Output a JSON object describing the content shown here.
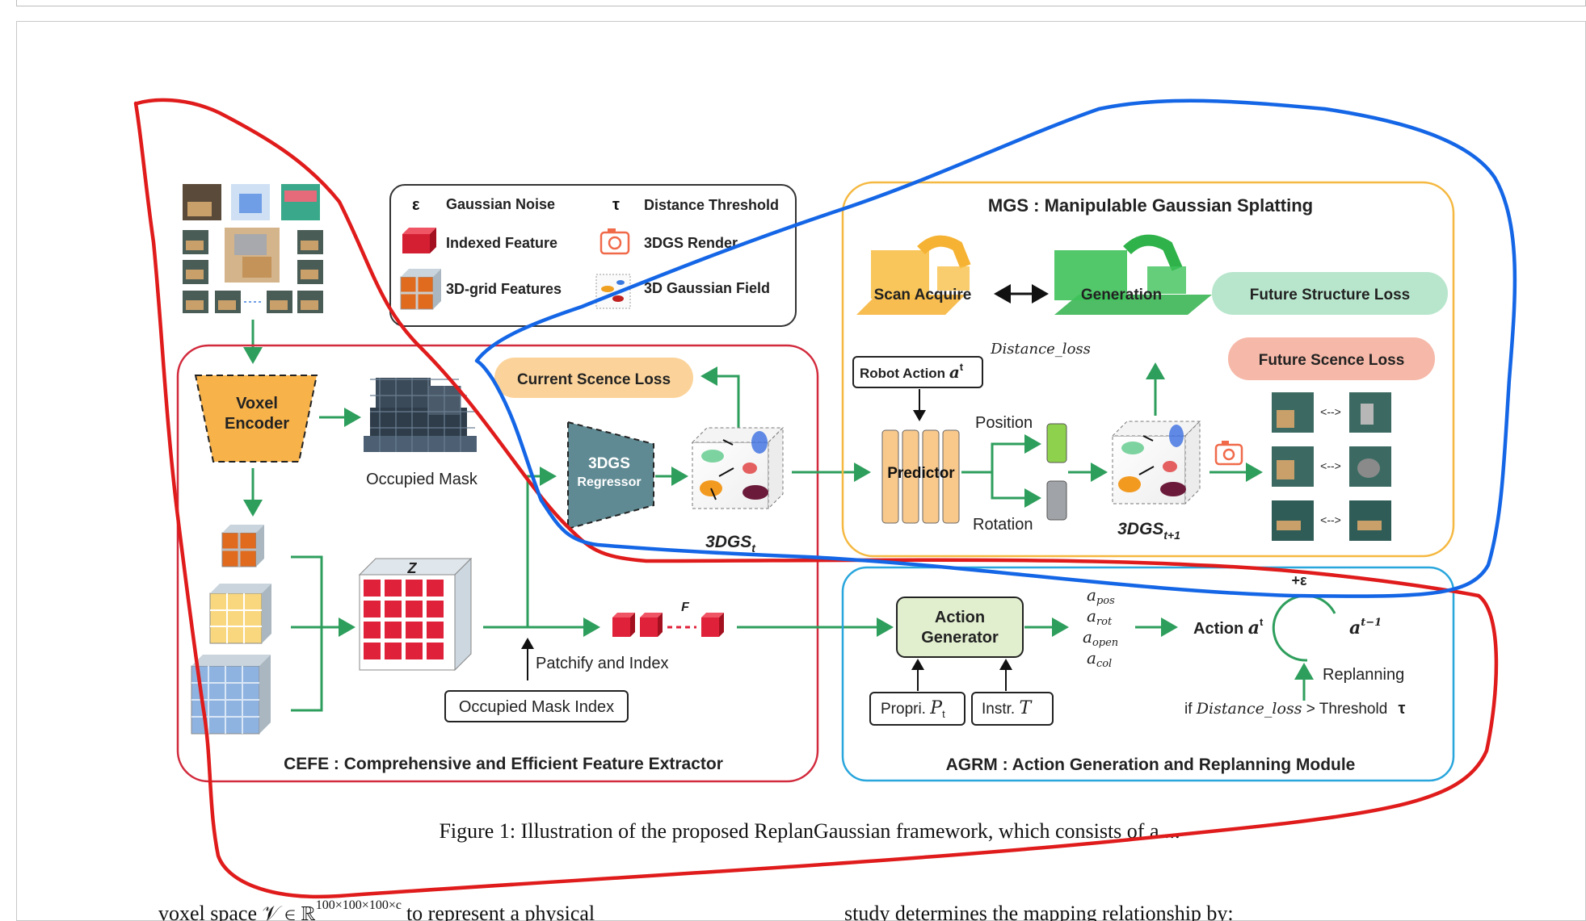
{
  "legend": {
    "gaussian_noise_symbol": "ε",
    "gaussian_noise": "Gaussian Noise",
    "distance_threshold_symbol": "τ",
    "distance_threshold": "Distance Threshold",
    "indexed_feature": "Indexed Feature",
    "render": "3DGS Render",
    "grid_features": "3D-grid Features",
    "gaussian_field": "3D Gaussian Field"
  },
  "cefe": {
    "title": "CEFE : Comprehensive and Efficient Feature Extractor",
    "voxel_encoder_line1": "Voxel",
    "voxel_encoder_line2": "Encoder",
    "occupied_mask": "Occupied Mask",
    "current_loss": "Current Scence Loss",
    "regressor_line1": "3DGS",
    "regressor_line2": "Regressor",
    "gs_t": "3DGS",
    "gs_t_sub": "t",
    "z_label": "Z",
    "f_label": "F",
    "patchify": "Patchify and Index",
    "mask_index": "Occupied Mask Index"
  },
  "mgs": {
    "title": "MGS : Manipulable Gaussian Splatting",
    "scan_acquire": "Scan Acquire",
    "generation": "Generation",
    "distance_loss": "Distance_loss",
    "future_structure_loss": "Future Structure Loss",
    "future_scene_loss": "Future Scence Loss",
    "robot_action": "Robot Action",
    "robot_action_sym": "a",
    "robot_action_sup": "t",
    "predictor": "Predictor",
    "position": "Position",
    "rotation": "Rotation",
    "gs_t1": "3DGS",
    "gs_t1_sub": "t+1"
  },
  "agrm": {
    "title": "AGRM : Action Generation and Replanning Module",
    "action_gen_line1": "Action",
    "action_gen_line2": "Generator",
    "a_pos": "pos",
    "a_rot": "rot",
    "a_open": "open",
    "a_col": "col",
    "a_sym": "a",
    "action": "Action",
    "action_sym": "a",
    "action_sup": "t",
    "prev_sym": "a",
    "prev_sup": "t−1",
    "plus_eps": "+ε",
    "replanning": "Replanning",
    "propri": "Propri.",
    "propri_sym": "P",
    "propri_sub": "t",
    "instr": "Instr.",
    "instr_sym": "T",
    "condition_if": "if",
    "condition_var": "Distance_loss",
    "condition_gt": "> Threshold",
    "condition_tau": "τ"
  },
  "caption": "Figure 1: Illustration of the proposed ReplanGaussian framework, which consists of a ...",
  "body_text": {
    "left": "voxel space",
    "left_sym": "𝒱 ∈ ℝ",
    "left_sup": "100×100×100×c",
    "left_tail": "to represent a physical",
    "right": "study determines the mapping relationship by:"
  },
  "colors": {
    "green_arrow": "#2e9e5c",
    "cefe_border": "#d22b3d",
    "mgs_border": "#f5b840",
    "agrm_border": "#29a6dc",
    "orange": "#f7b24a",
    "annotation_red": "#e01b1b",
    "annotation_blue": "#1466e6"
  }
}
